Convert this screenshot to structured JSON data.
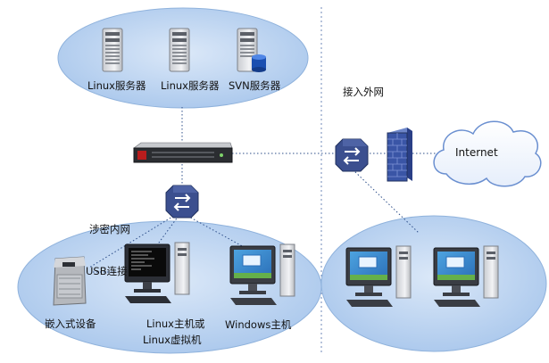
{
  "diagram": {
    "servers": [
      {
        "label": "Linux服务器",
        "icon": "server-tower-icon"
      },
      {
        "label": "Linux服务器",
        "icon": "server-tower-icon"
      },
      {
        "label": "SVN服务器",
        "icon": "database-server-icon"
      }
    ],
    "rack_switch_icon": "rack-switch-icon",
    "internal_network_label": "涉密内网",
    "external_network_label": "接入外网",
    "internet_label": "Internet",
    "usb_label": "USB连接",
    "embedded_device_label": "嵌入式设备",
    "linux_host_label_line1": "Linux主机或",
    "linux_host_label_line2": "Linux虚拟机",
    "windows_host_label": "Windows主机",
    "colors": {
      "ellipse_fill": "#b9d3f0",
      "ellipse_stroke": "#8fb2dc",
      "line": "#2e4f8a",
      "router": "#3b4f8f",
      "firewall": "#3a55a6",
      "cloud_stroke": "#6a8fd0"
    }
  }
}
